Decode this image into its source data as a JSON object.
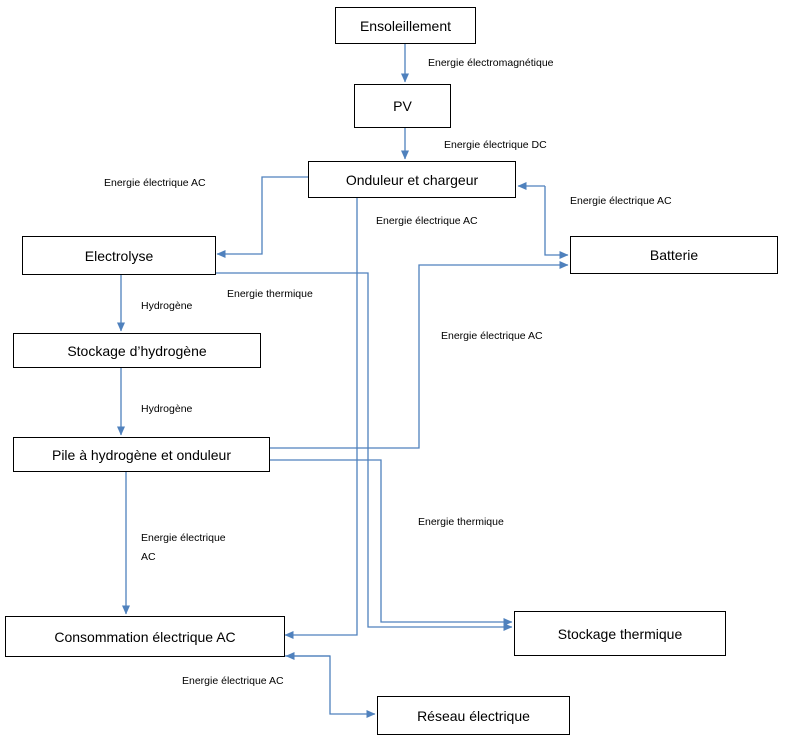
{
  "nodes": {
    "ensoleillement": "Ensoleillement",
    "pv": "PV",
    "onduleur": "Onduleur et chargeur",
    "electrolyse": "Electrolyse",
    "batterie": "Batterie",
    "stockage_h2": "Stockage d’hydrogène",
    "pile": "Pile à hydrogène et onduleur",
    "consommation": "Consommation électrique AC",
    "stockage_thermique": "Stockage thermique",
    "reseau": "Réseau électrique"
  },
  "labels": {
    "em": "Energie électromagnétique",
    "dc": "Energie électrique DC",
    "ac_left": "Energie électrique AC",
    "ac_center": "Energie électrique AC",
    "ac_battery": "Energie électrique AC",
    "thermique_1": "Energie thermique",
    "hydrogene_1": "Hydrogène",
    "ac_right": "Energie électrique AC",
    "hydrogene_2": "Hydrogène",
    "thermique_2": "Energie thermique",
    "ac_cons_1": "Energie électrique",
    "ac_cons_2": "AC",
    "ac_reseau": "Energie électrique AC"
  },
  "colors": {
    "arrow": "#4f81bd",
    "border": "#000000"
  }
}
